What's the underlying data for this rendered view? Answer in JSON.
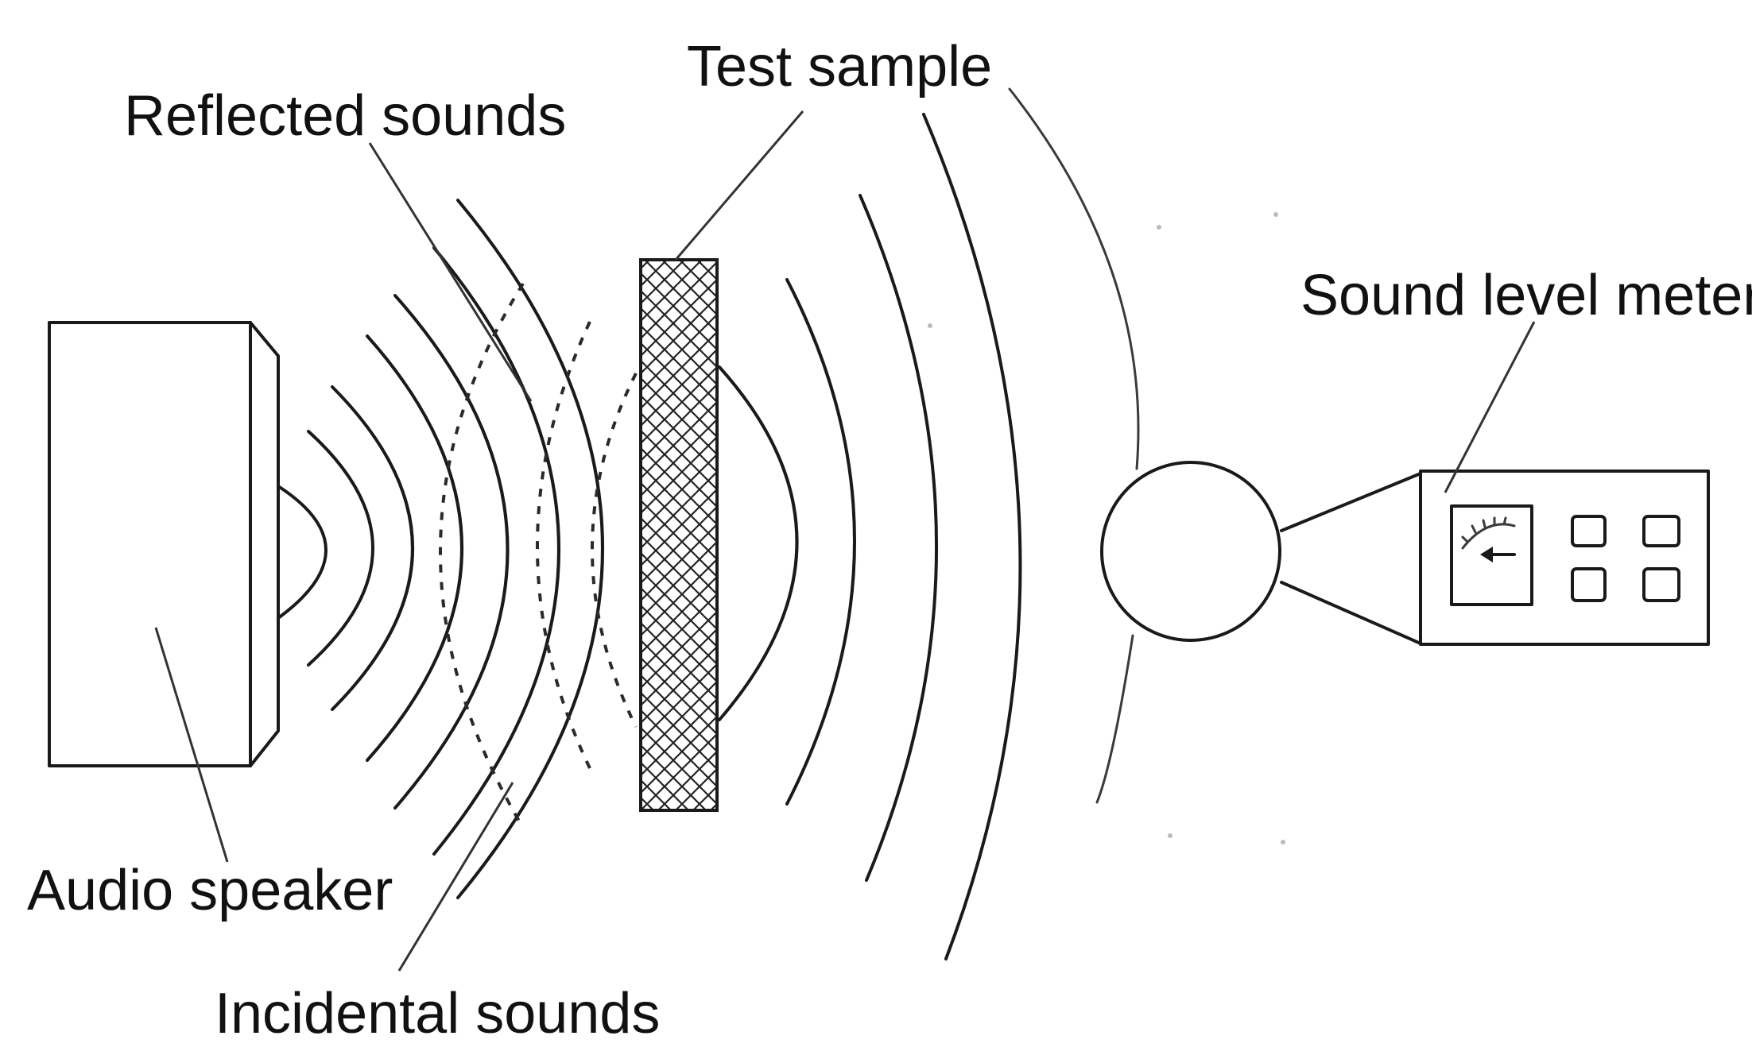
{
  "labels": {
    "test_sample": "Test sample",
    "reflected_sounds": "Reflected sounds",
    "sound_level_meter": "Sound level meter",
    "audio_speaker": "Audio speaker",
    "incidental_sounds": "Incidental sounds"
  },
  "colors": {
    "line": "#1a1a1a",
    "background": "#ffffff"
  }
}
